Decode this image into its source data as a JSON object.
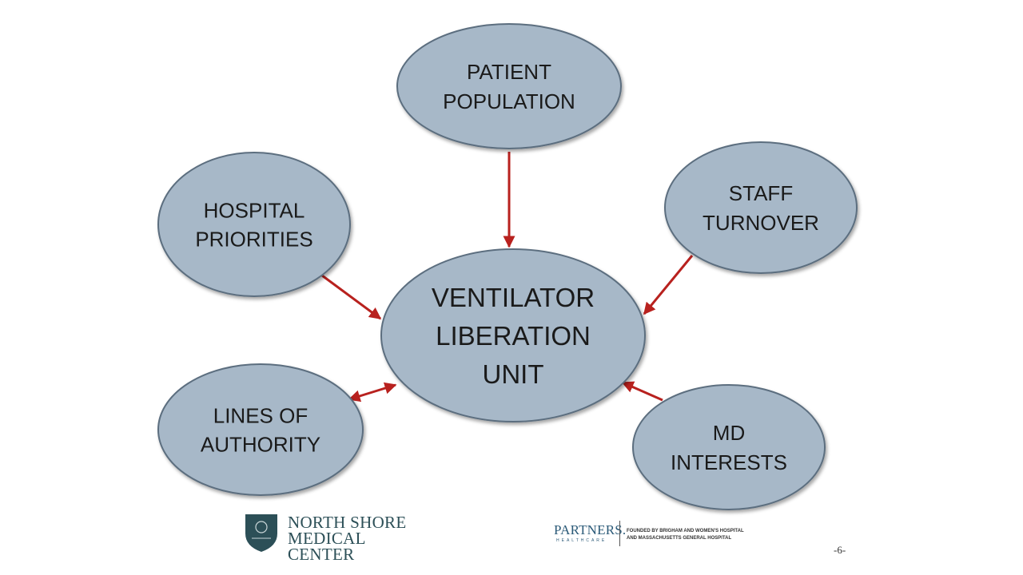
{
  "colors": {
    "node_fill": "#a7b8c8",
    "node_stroke": "#5b6e7f",
    "arrow": "#b8211e",
    "text": "#1a1a1a",
    "nsmc_brand": "#2c4f57",
    "partners_brand": "#2b5a78"
  },
  "diagram": {
    "center": {
      "lines": [
        "VENTILATOR",
        "LIBERATION",
        "UNIT"
      ]
    },
    "nodes": [
      {
        "id": "patient-population",
        "lines": [
          "PATIENT",
          "POPULATION"
        ]
      },
      {
        "id": "hospital-priorities",
        "lines": [
          "HOSPITAL",
          "PRIORITIES"
        ]
      },
      {
        "id": "staff-turnover",
        "lines": [
          "STAFF",
          "TURNOVER"
        ]
      },
      {
        "id": "lines-of-authority",
        "lines": [
          "LINES OF",
          "AUTHORITY"
        ]
      },
      {
        "id": "md-interests",
        "lines": [
          "MD",
          "INTERESTS"
        ]
      }
    ],
    "arrows": [
      {
        "from": "patient-population",
        "to": "center",
        "style": "single"
      },
      {
        "from": "hospital-priorities",
        "to": "center",
        "style": "single"
      },
      {
        "from": "staff-turnover",
        "to": "center",
        "style": "single"
      },
      {
        "from": "lines-of-authority",
        "to": "center",
        "style": "double"
      },
      {
        "from": "md-interests",
        "to": "center",
        "style": "single"
      }
    ]
  },
  "footer": {
    "nsmc_line1": "NORTH SHORE",
    "nsmc_line2": "MEDICAL CENTER",
    "partners_name": "PARTNERS.",
    "partners_sub": "HEALTHCARE",
    "founded_line1": "FOUNDED BY BRIGHAM AND WOMEN'S HOSPITAL",
    "founded_line2": "AND MASSACHUSETTS GENERAL HOSPITAL",
    "page_number": "-6-"
  }
}
